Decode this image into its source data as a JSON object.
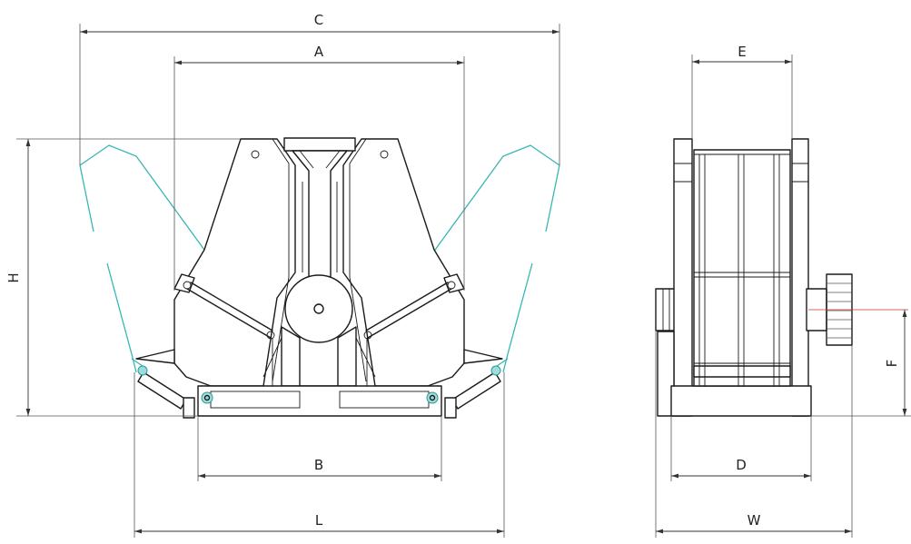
{
  "labels": {
    "C": "C",
    "A": "A",
    "H": "H",
    "B": "B",
    "L": "L",
    "E": "E",
    "F": "F",
    "D": "D",
    "W": "W"
  },
  "colors": {
    "line": "#1a1a1a",
    "swing_outline": "#37b7b4"
  }
}
